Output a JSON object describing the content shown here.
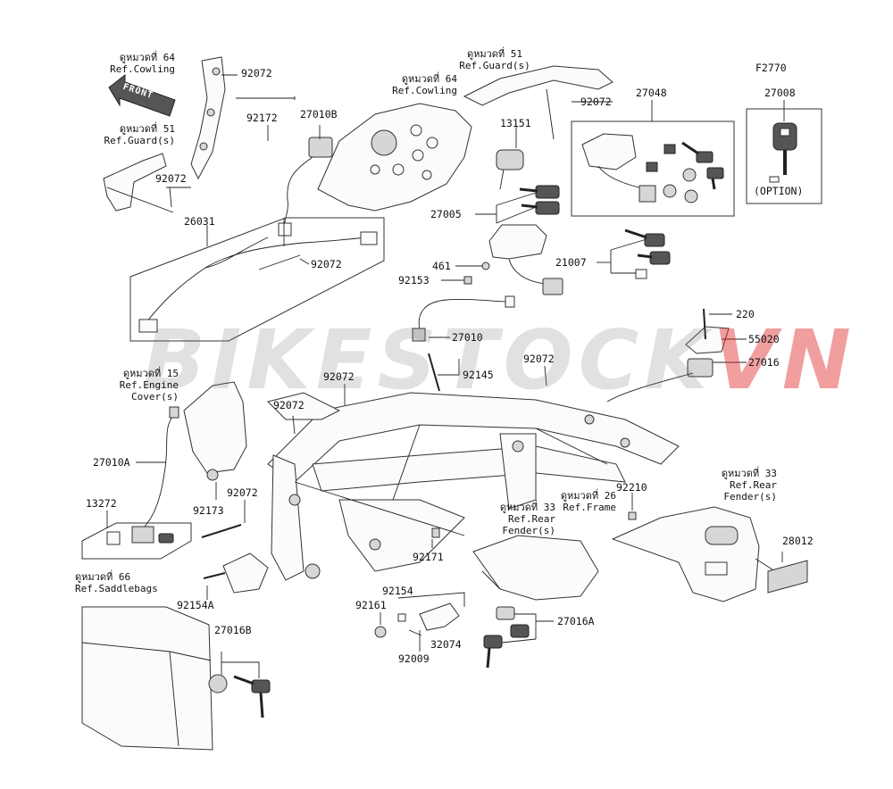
{
  "figure_code": "F2770",
  "front_label": "FRONT",
  "option_label": "(OPTION)",
  "watermark": {
    "part1": "BIKESTOCK",
    "part2": "VN",
    "accent_color": "#e02828"
  },
  "references": {
    "cowling_left": "ดูหมวดที่ 64\nRef.Cowling",
    "guard_left": "ดูหมวดที่ 51\nRef.Guard(s)",
    "guard_top": "ดูหมวดที่ 51\nRef.Guard(s)",
    "cowling_center": "ดูหมวดที่ 64\nRef.Cowling",
    "engine_cover": "ดูหมวดที่ 15\nRef.Engine\nCover(s)",
    "frame": "ดูหมวดที่ 26\nRef.Frame",
    "rear_fender_center": "ดูหมวดที่ 33\nRef.Rear\nFender(s)",
    "rear_fender_right": "ดูหมวดที่ 33\nRef.Rear\nFender(s)",
    "saddlebags": "ดูหมวดที่ 66\nRef.Saddlebags"
  },
  "parts": {
    "p92072_a": "92072",
    "p92172": "92172",
    "p27010B": "27010B",
    "p92072_b": "92072",
    "p26031": "26031",
    "p92072_c": "92072",
    "p92072_top": "92072",
    "p13151": "13151",
    "p27048": "27048",
    "p27008": "27008",
    "p27005": "27005",
    "p461": "461",
    "p92153": "92153",
    "p21007": "21007",
    "p220": "220",
    "p55020": "55020",
    "p27016": "27016",
    "p27010": "27010",
    "p92145": "92145",
    "p92072_mid": "92072",
    "p92072_e": "92072",
    "p92072_f": "92072",
    "p27010A": "27010A",
    "p92173": "92173",
    "p92072_g": "92072",
    "p13272": "13272",
    "p92171": "92171",
    "p92210": "92210",
    "p28012": "28012",
    "p92154A": "92154A",
    "p27016B": "27016B",
    "p92154": "92154",
    "p92161": "92161",
    "p32074": "32074",
    "p92009": "92009",
    "p27016A": "27016A"
  }
}
